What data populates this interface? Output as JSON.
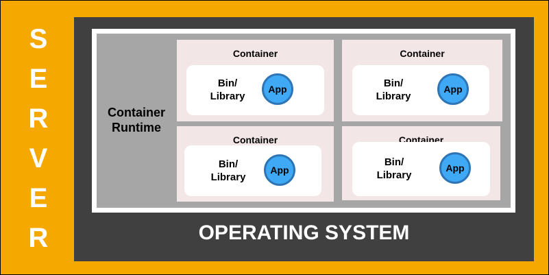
{
  "server": {
    "letters": [
      "S",
      "E",
      "R",
      "V",
      "E",
      "R"
    ]
  },
  "os": {
    "label": "OPERATING SYSTEM"
  },
  "runtime": {
    "label": "Container Runtime"
  },
  "containers": [
    {
      "title": "Container",
      "bin_library": "Bin/\nLibrary",
      "app": "App"
    },
    {
      "title": "Container",
      "bin_library": "Bin/\nLibrary",
      "app": "App"
    },
    {
      "title": "Container",
      "bin_library": "Bin/\nLibrary",
      "app": "App"
    },
    {
      "title": "Container",
      "bin_library": "Bin/\nLibrary",
      "app": "App"
    }
  ],
  "colors": {
    "server": "#F5A900",
    "os": "#404040",
    "runtime": "#A6A6A6",
    "container": "#F2E6E6",
    "app_fill": "#3FA9F5",
    "app_border": "#2E75B6"
  }
}
